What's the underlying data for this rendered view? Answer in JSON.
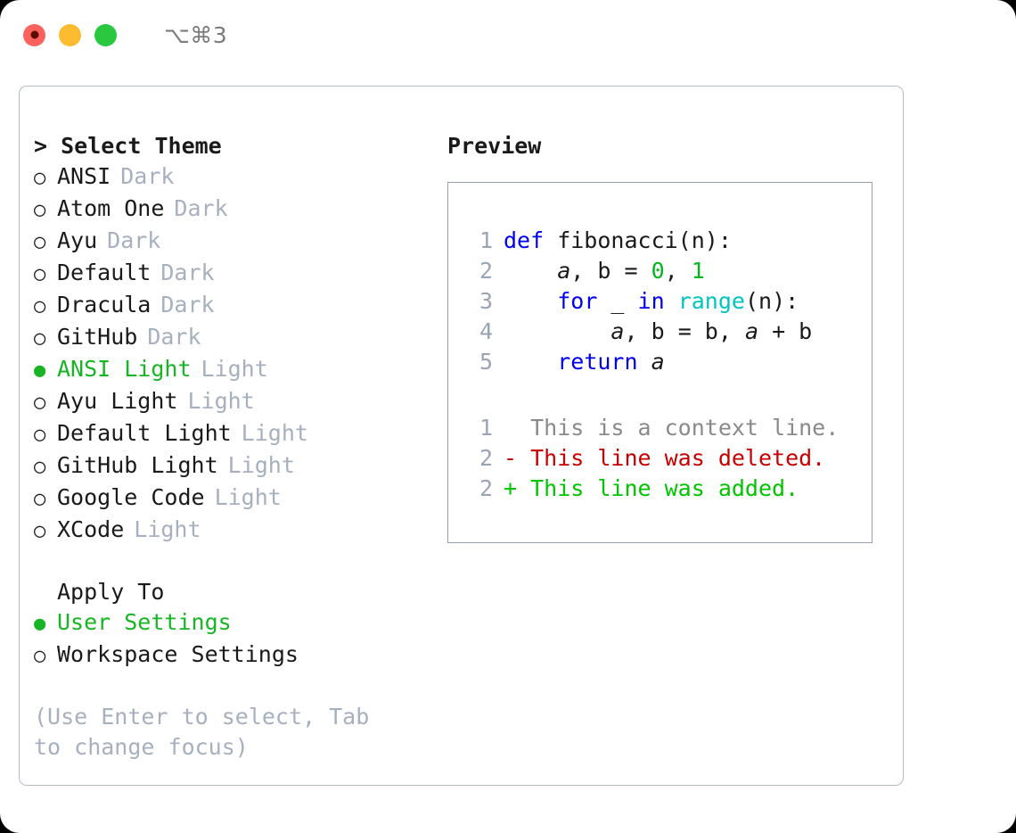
{
  "titlebar": {
    "buttons": [
      {
        "name": "close-button",
        "color": "#fc625d"
      },
      {
        "name": "minimize-button",
        "color": "#fdbc2f"
      },
      {
        "name": "maximize-button",
        "color": "#29c83f"
      }
    ],
    "shortcut": "⌥⌘3"
  },
  "theme_panel": {
    "heading": "> Select Theme",
    "items": [
      {
        "bullet": "○",
        "label": "ANSI",
        "tag": "Dark",
        "selected": false
      },
      {
        "bullet": "○",
        "label": "Atom One",
        "tag": "Dark",
        "selected": false
      },
      {
        "bullet": "○",
        "label": "Ayu",
        "tag": "Dark",
        "selected": false
      },
      {
        "bullet": "○",
        "label": "Default",
        "tag": "Dark",
        "selected": false
      },
      {
        "bullet": "○",
        "label": "Dracula",
        "tag": "Dark",
        "selected": false
      },
      {
        "bullet": "○",
        "label": "GitHub",
        "tag": "Dark",
        "selected": false
      },
      {
        "bullet": "●",
        "label": "ANSI Light",
        "tag": "Light",
        "selected": true
      },
      {
        "bullet": "○",
        "label": "Ayu Light",
        "tag": "Light",
        "selected": false
      },
      {
        "bullet": "○",
        "label": "Default Light",
        "tag": "Light",
        "selected": false
      },
      {
        "bullet": "○",
        "label": "GitHub Light",
        "tag": "Light",
        "selected": false
      },
      {
        "bullet": "○",
        "label": "Google Code",
        "tag": "Light",
        "selected": false
      },
      {
        "bullet": "○",
        "label": "XCode",
        "tag": "Light",
        "selected": false
      }
    ]
  },
  "apply_to": {
    "heading": "Apply To",
    "options": [
      {
        "bullet": "●",
        "label": "User Settings",
        "selected": true
      },
      {
        "bullet": "○",
        "label": "Workspace Settings",
        "selected": false
      }
    ]
  },
  "hint": "(Use Enter to select, Tab to change focus)",
  "preview": {
    "heading": "Preview",
    "code_lines": [
      {
        "no": "1",
        "tokens": [
          {
            "t": "def",
            "c": "kw"
          },
          {
            "t": " fibonacci(n):",
            "c": "plain"
          }
        ]
      },
      {
        "no": "2",
        "tokens": [
          {
            "t": "    ",
            "c": "plain"
          },
          {
            "t": "a",
            "c": "var"
          },
          {
            "t": ", b = ",
            "c": "plain"
          },
          {
            "t": "0",
            "c": "num"
          },
          {
            "t": ", ",
            "c": "plain"
          },
          {
            "t": "1",
            "c": "num"
          }
        ]
      },
      {
        "no": "3",
        "tokens": [
          {
            "t": "    ",
            "c": "plain"
          },
          {
            "t": "for",
            "c": "kw"
          },
          {
            "t": " _ ",
            "c": "plain"
          },
          {
            "t": "in",
            "c": "kw"
          },
          {
            "t": " ",
            "c": "plain"
          },
          {
            "t": "range",
            "c": "fn"
          },
          {
            "t": "(n):",
            "c": "plain"
          }
        ]
      },
      {
        "no": "4",
        "tokens": [
          {
            "t": "        ",
            "c": "plain"
          },
          {
            "t": "a",
            "c": "var"
          },
          {
            "t": ", b = b, ",
            "c": "plain"
          },
          {
            "t": "a",
            "c": "var"
          },
          {
            "t": " + b",
            "c": "plain"
          }
        ]
      },
      {
        "no": "5",
        "tokens": [
          {
            "t": "    ",
            "c": "plain"
          },
          {
            "t": "return",
            "c": "kw"
          },
          {
            "t": " ",
            "c": "plain"
          },
          {
            "t": "a",
            "c": "var"
          }
        ]
      }
    ],
    "diff_lines": [
      {
        "no": "1",
        "marker": " ",
        "text": " This is a context line.",
        "kind": "diff-ctx"
      },
      {
        "no": "2",
        "marker": "-",
        "text": " This line was deleted.",
        "kind": "diff-del"
      },
      {
        "no": "2",
        "marker": "+",
        "text": " This line was added.",
        "kind": "diff-add"
      }
    ]
  }
}
